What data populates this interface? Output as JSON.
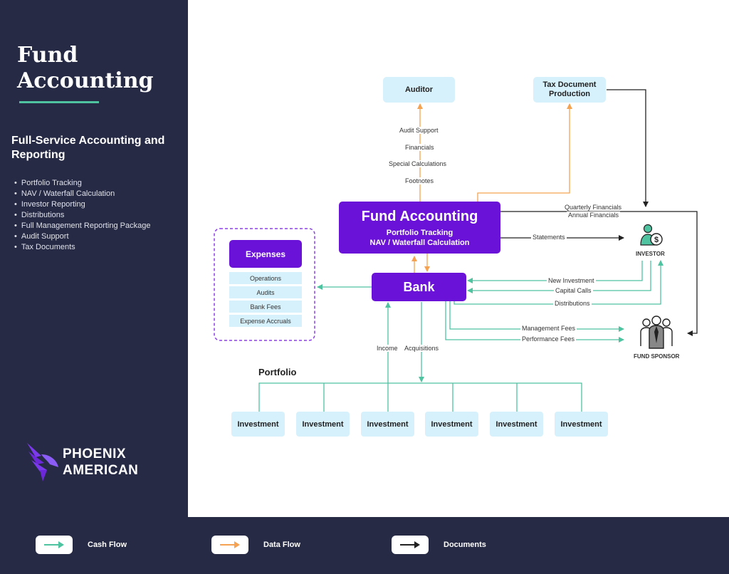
{
  "sidebar": {
    "title": "Fund Accounting",
    "subtitle": "Full-Service Accounting and Reporting",
    "items": [
      {
        "label": "Portfolio Tracking"
      },
      {
        "label": "NAV / Waterfall Calculation"
      },
      {
        "label": "Investor Reporting"
      },
      {
        "label": "Distributions"
      },
      {
        "label": "Full Management Reporting Package"
      },
      {
        "label": "Audit Support"
      },
      {
        "label": "Tax Documents"
      }
    ],
    "logo": {
      "line1": "PHOENIX",
      "line2": "AMERICAN"
    }
  },
  "diagram": {
    "auditor": "Auditor",
    "tax_doc": "Tax Document Production",
    "fund_accounting": {
      "title": "Fund Accounting",
      "line1": "Portfolio Tracking",
      "line2": "NAV / Waterfall Calculation"
    },
    "bank": "Bank",
    "expenses": {
      "title": "Expenses",
      "items": [
        "Operations",
        "Audits",
        "Bank Fees",
        "Expense Accruals"
      ]
    },
    "auditor_flows": [
      "Audit Support",
      "Financials",
      "Special Calculations",
      "Footnotes"
    ],
    "quarterly": "Quarterly Financials",
    "annual": "Annual Financials",
    "statements": "Statements",
    "investor": "INVESTOR",
    "fund_sponsor": "FUND SPONSOR",
    "new_investment": "New Investment",
    "capital_calls": "Capital Calls",
    "distributions": "Distributions",
    "management_fees": "Management Fees",
    "performance_fees": "Performance Fees",
    "income": "Income",
    "acquisitions": "Acquisitions",
    "portfolio": "Portfolio",
    "investments": [
      "Investment",
      "Investment",
      "Investment",
      "Investment",
      "Investment",
      "Investment"
    ]
  },
  "legend": {
    "cash": "Cash Flow",
    "data": "Data Flow",
    "documents": "Documents"
  },
  "colors": {
    "cash": "#4fc2a0",
    "data": "#f5a352",
    "documents": "#222222",
    "purple": "#6b12d8",
    "light_box": "#d6f1fb",
    "sidebar": "#262a44"
  }
}
